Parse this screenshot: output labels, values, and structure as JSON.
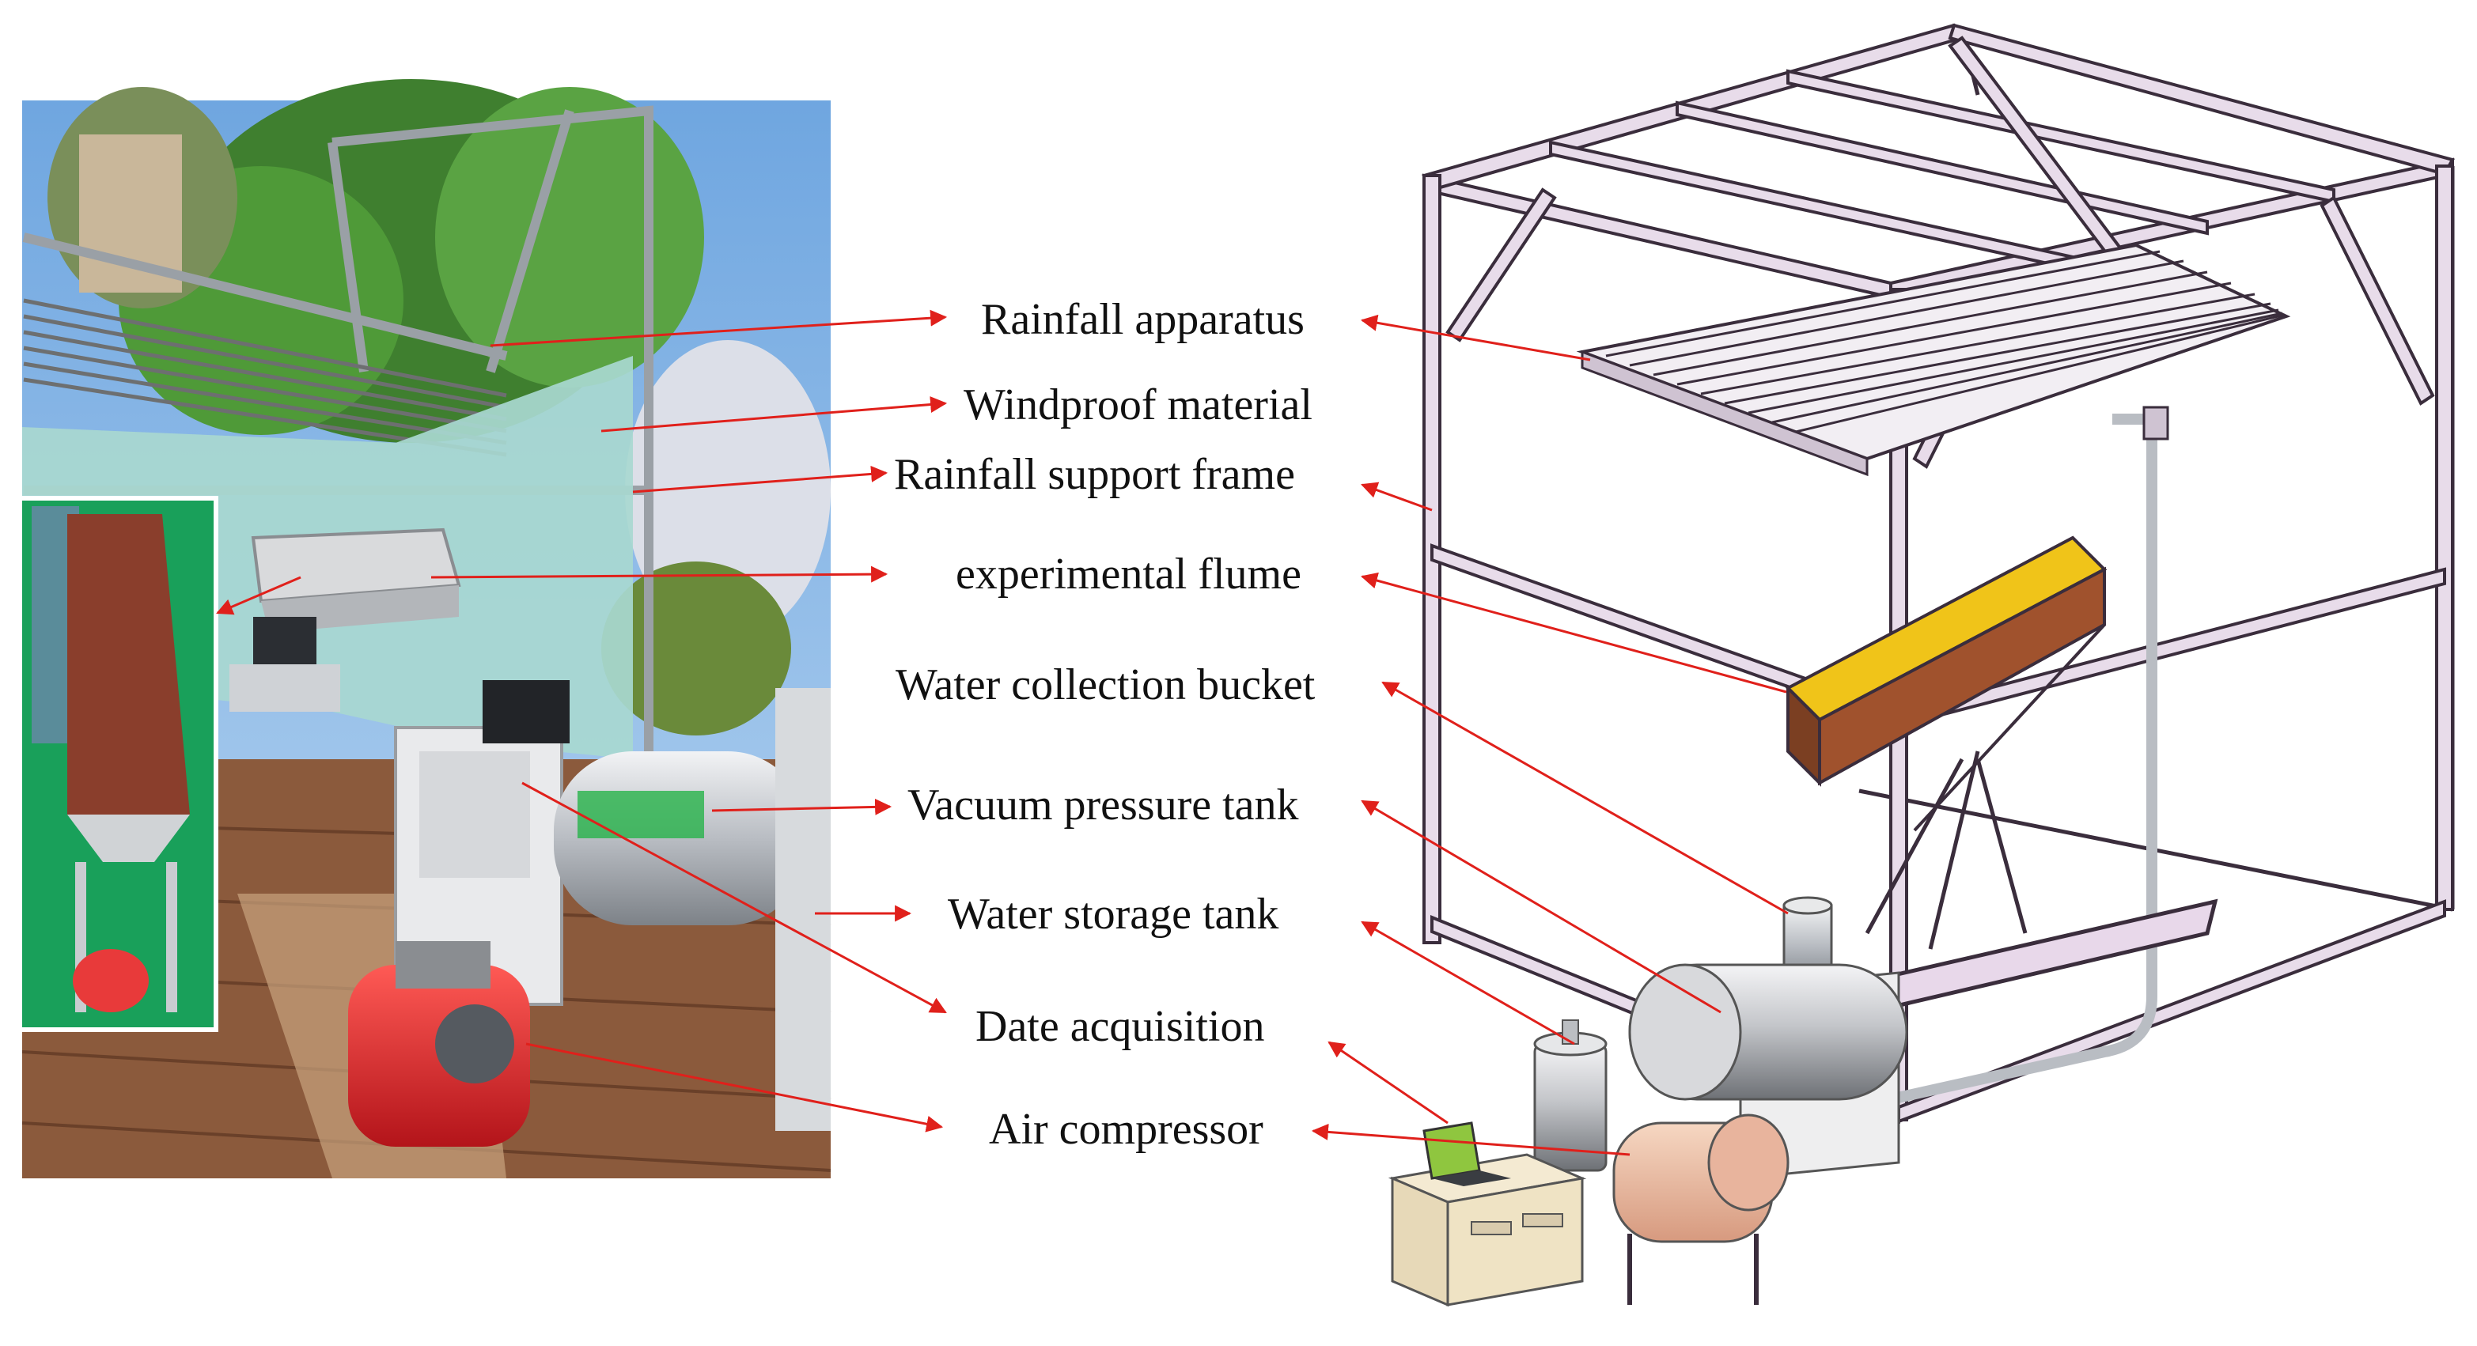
{
  "figure": {
    "labels": [
      {
        "id": "rainfall_apparatus",
        "text": "Rainfall apparatus"
      },
      {
        "id": "windproof_material",
        "text": "Windproof material"
      },
      {
        "id": "rainfall_support_frame",
        "text": "Rainfall support frame"
      },
      {
        "id": "experimental_flume",
        "text": "experimental flume"
      },
      {
        "id": "water_collection_bucket",
        "text": "Water collection bucket"
      },
      {
        "id": "vacuum_pressure_tank",
        "text": "Vacuum pressure tank"
      },
      {
        "id": "water_storage_tank",
        "text": "Water storage tank"
      },
      {
        "id": "date_acquisition",
        "text": "Date acquisition"
      },
      {
        "id": "air_compressor",
        "text": "Air compressor"
      }
    ],
    "colors": {
      "arrow": "#e0201b",
      "frame_fill": "#e8dcea",
      "frame_stroke": "#3a2d3c",
      "flume_soil": "#a0522d",
      "flume_sand": "#f0c419",
      "sky": "#7fb2e5",
      "tarp": "#a8d8d0",
      "deck": "#8b5a3c",
      "compressor_red": "#e0232b",
      "tank_steel": "#c9ccd0",
      "inset_green": "#19a05a"
    }
  }
}
